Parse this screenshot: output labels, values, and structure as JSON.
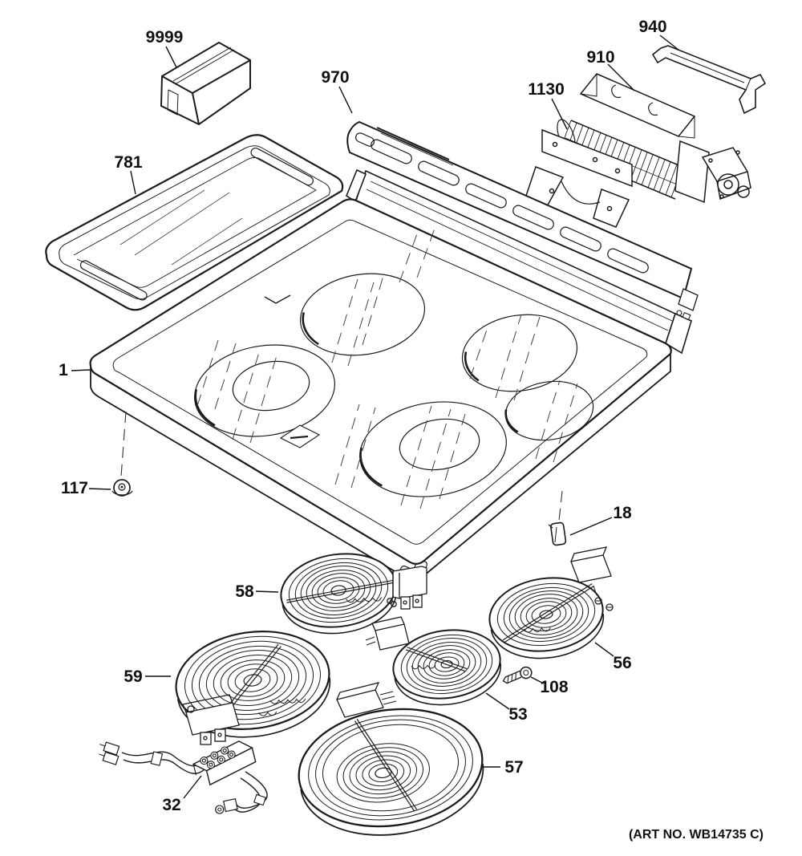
{
  "diagram": {
    "art_no": "(ART NO. WB14735 C)",
    "colors": {
      "ink": "#1b1b1b",
      "paper": "#ffffff"
    },
    "callouts": {
      "c1": "1",
      "c18": "18",
      "c32": "32",
      "c53": "53",
      "c56": "56",
      "c57": "57",
      "c58": "58",
      "c59": "59",
      "c108": "108",
      "c117": "117",
      "c781": "781",
      "c910": "910",
      "c940": "940",
      "c970": "970",
      "c1130": "1130",
      "c9999": "9999"
    }
  }
}
